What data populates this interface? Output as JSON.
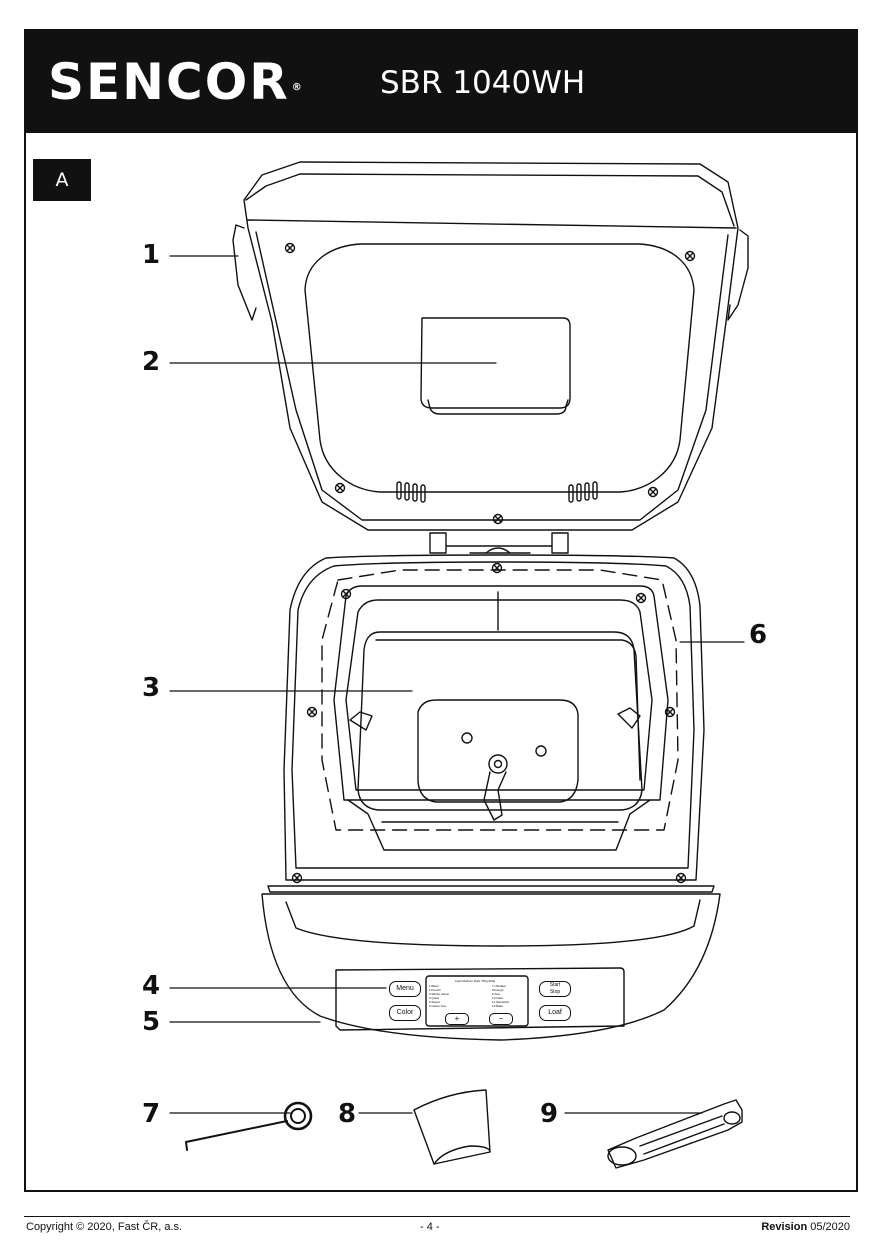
{
  "header": {
    "brand": "SENCOR",
    "brand_mark": "®",
    "model": "SBR 1040WH"
  },
  "section_label": "A",
  "callouts": [
    "1",
    "2",
    "3",
    "4",
    "5",
    "6",
    "7",
    "8",
    "9"
  ],
  "control_panel": {
    "menu_label": "Menu",
    "color_label": "Color",
    "start_label": "Start",
    "stop_label": "Stop",
    "loaf_label": "Loaf",
    "plus_label": "+",
    "minus_label": "−",
    "display_header": "Light  Medium  Dark     750g  900g",
    "programs_left": [
      "1.Basic",
      "2.French",
      "3.Whole wheat",
      "4.Quick",
      "5.Sweet",
      "6.Gluten free"
    ],
    "programs_right": [
      "7.Ultrafast",
      "8.Dough",
      "9.Jam",
      "10.Cake",
      "11.Sandwich",
      "12.Bake"
    ]
  },
  "footer": {
    "copyright": "Copyright © 2020, Fast ČR, a.s.",
    "page": "- 4 -",
    "revision_label": "Revision",
    "revision_date": "05/2020"
  },
  "icons": [
    "screw-icon",
    "vent-slot-icon"
  ]
}
